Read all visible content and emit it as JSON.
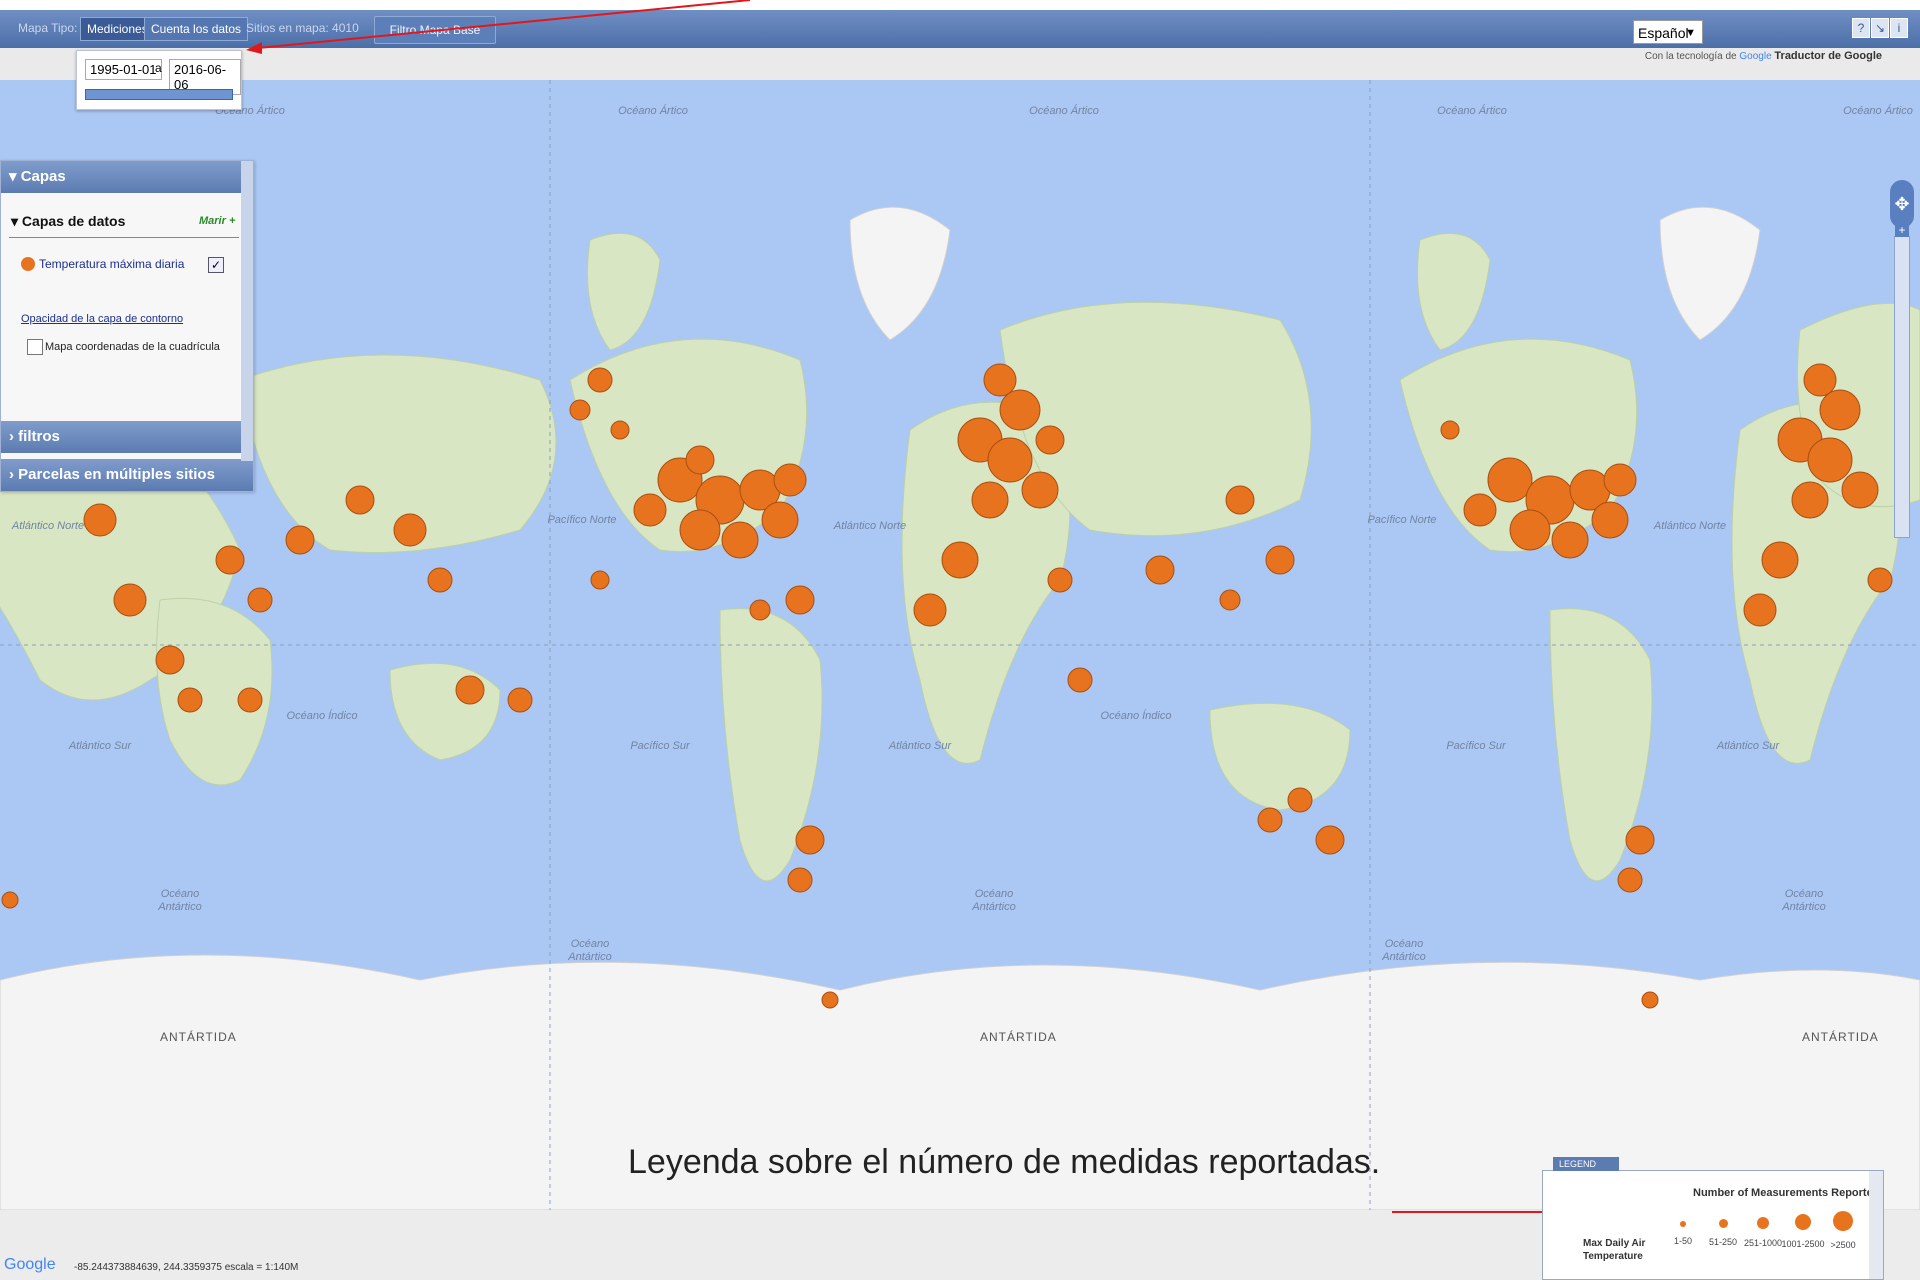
{
  "toolbar": {
    "map_type_label": "Mapa Tipo:",
    "mode_measurements": "Mediciones",
    "mode_data_count": "Cuenta los datos",
    "sites_label": "Sitios en mapa: 4010",
    "filter_button": "Filtro Mapa Base",
    "language": "Español",
    "powered_prefix": "Con la tecnología de",
    "powered_google": "Google",
    "powered_service": "Traductor de Google"
  },
  "date_range": {
    "start": "1995-01-01",
    "separator": "a",
    "end": "2016-06-06"
  },
  "layers_panel": {
    "title": "Capas",
    "data_layers": "Capas de datos",
    "mark_all": "Marir +",
    "layer_name": "Temperatura máxima diaria",
    "contour_link": "Opacidad de la capa de contorno",
    "grid_label": "Mapa coordenadas de la cuadrícula",
    "filters": "filtros",
    "multi_site": "Parcelas en múltiples sitios"
  },
  "map": {
    "ocean_labels": [
      "Océano Ártico",
      "Océano Ártico",
      "Océano Ártico",
      "Océano Ártico",
      "Océano Ártico",
      "Atlántico Norte",
      "Pacífico Norte",
      "Atlántico Norte",
      "Pacífico Norte",
      "Atlántico Norte",
      "Océano Índico",
      "Océano Índico",
      "Atlántico Sur",
      "Pacífico Sur",
      "Atlántico Sur",
      "Pacífico Sur",
      "Atlántico Sur",
      "Océano Antártico",
      "Océano Antártico",
      "Océano Antártico",
      "Océano Antártico",
      "Océano Antártico"
    ],
    "antarctica": [
      "ANTÁRTIDA",
      "ANTÁRTIDA",
      "ANTÁRTIDA"
    ]
  },
  "annotation": "Leyenda sobre el número de medidas reportadas.",
  "legend": {
    "tab": "LEGEND",
    "title": "Number of Measurements Reported",
    "series": "Max Daily Air Temperature",
    "ranges": [
      "1-50",
      "51-250",
      "251-1000",
      "1001-2500",
      ">2500"
    ]
  },
  "status": {
    "google": "Google",
    "coords": "-85.244373884639, 244.3359375 escala = 1:140M"
  },
  "colors": {
    "marker": "#e8731f",
    "ocean": "#abc7f3",
    "land": "#d8e6c4",
    "ice": "#f4f4f4"
  }
}
